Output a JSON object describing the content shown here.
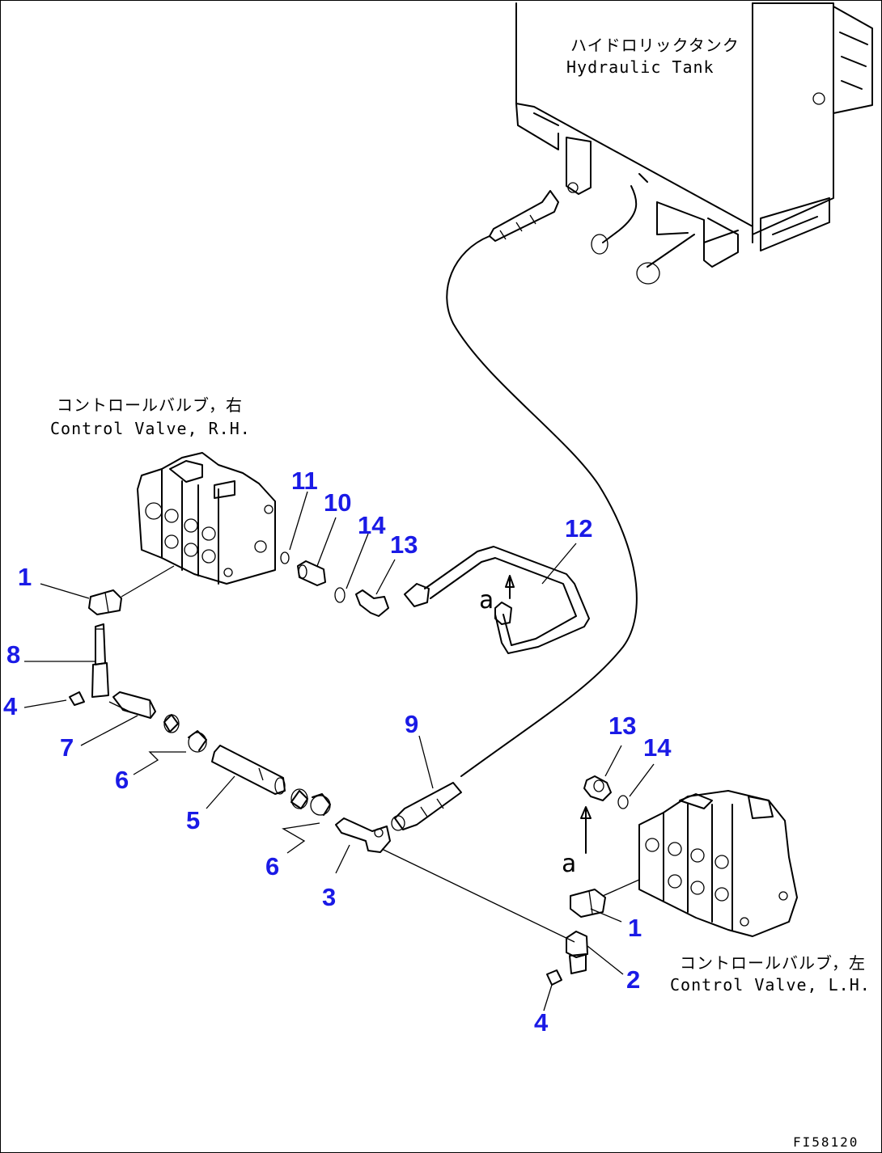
{
  "diagram_code": "FI58120",
  "labels": {
    "tank_jp": "ハイドロリックタンク",
    "tank_en": "Hydraulic Tank",
    "valve_rh_jp": "コントロールバルブ，右",
    "valve_rh_en": "Control Valve, R.H.",
    "valve_lh_jp": "コントロールバルブ，左",
    "valve_lh_en": "Control Valve, L.H."
  },
  "view_ref": "a",
  "callouts": {
    "c1_top": "1",
    "c8": "8",
    "c4_left": "4",
    "c7": "7",
    "c6_left": "6",
    "c5": "5",
    "c6_mid": "6",
    "c3": "3",
    "c11": "11",
    "c10": "10",
    "c14_top": "14",
    "c13_top": "13",
    "c12": "12",
    "c9": "9",
    "c13_right": "13",
    "c14_right": "14",
    "c1_right": "1",
    "c2": "2",
    "c4_bottom": "4"
  },
  "colors": {
    "callout": "#1a1ae6",
    "line": "#000000",
    "background": "#ffffff"
  }
}
